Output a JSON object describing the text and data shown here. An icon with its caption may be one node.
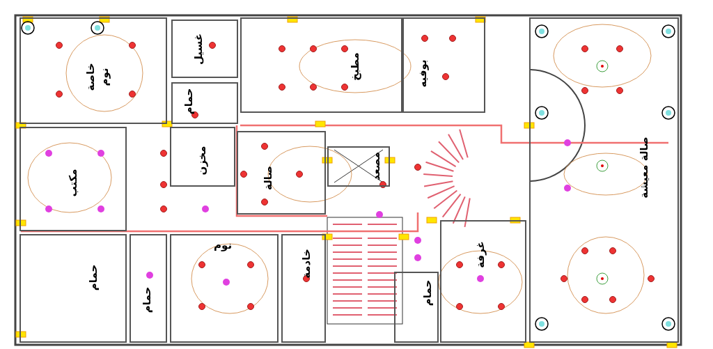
{
  "diagram": {
    "nodes": [
      {
        "text": [
          "خاصة",
          "نوم"
        ]
      },
      {
        "text": [
          "غسيل"
        ]
      },
      {
        "text": [
          "حمام"
        ]
      },
      {
        "text": [
          "مطبخ"
        ]
      },
      {
        "text": [
          "بوفيه"
        ]
      },
      {
        "text": [
          "صالة معيشة"
        ]
      },
      {
        "text": [
          "مكتب"
        ]
      },
      {
        "text": [
          "مخزن"
        ]
      },
      {
        "text": [
          "صالة"
        ]
      },
      {
        "text": [
          "مصعد"
        ]
      },
      {
        "text": [
          "حمام"
        ]
      },
      {
        "text": [
          "حمام"
        ]
      },
      {
        "text": [
          "نوم"
        ]
      },
      {
        "text": [
          "خادمة"
        ]
      },
      {
        "text": [
          "حمام"
        ]
      },
      {
        "text": [
          "غرفة"
        ]
      }
    ]
  }
}
